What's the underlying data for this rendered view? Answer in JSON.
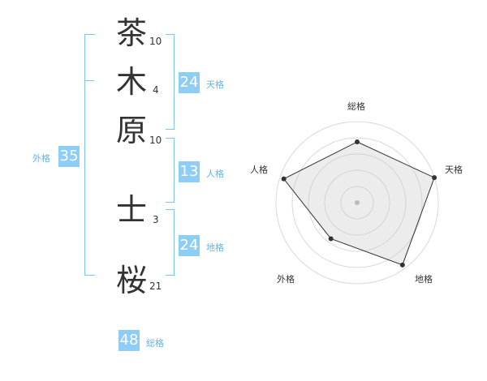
{
  "kanji": [
    {
      "char": "茶",
      "strokes": "10"
    },
    {
      "char": "木",
      "strokes": "4"
    },
    {
      "char": "原",
      "strokes": "10"
    },
    {
      "char": "士",
      "strokes": "3"
    },
    {
      "char": "桜",
      "strokes": "21"
    }
  ],
  "fortunes": {
    "tenkaku": {
      "value": "24",
      "label": "天格"
    },
    "jinkaku": {
      "value": "13",
      "label": "人格"
    },
    "chikaku": {
      "value": "24",
      "label": "地格"
    },
    "gaikaku": {
      "value": "35",
      "label": "外格"
    },
    "soukaku": {
      "value": "48",
      "label": "総格"
    }
  },
  "radar": {
    "labels": [
      "総格",
      "天格",
      "地格",
      "外格",
      "人格"
    ]
  },
  "chart_data": {
    "type": "radar",
    "categories": [
      "総格",
      "天格",
      "地格",
      "外格",
      "人格"
    ],
    "values": [
      0.75,
      1.0,
      0.95,
      0.55,
      0.95
    ],
    "grid": true,
    "grid_rings": 5
  },
  "colors": {
    "accent": "#8ecdf5",
    "bracket": "#7cc3f0",
    "label": "#5fb4ea",
    "text": "#333333"
  }
}
